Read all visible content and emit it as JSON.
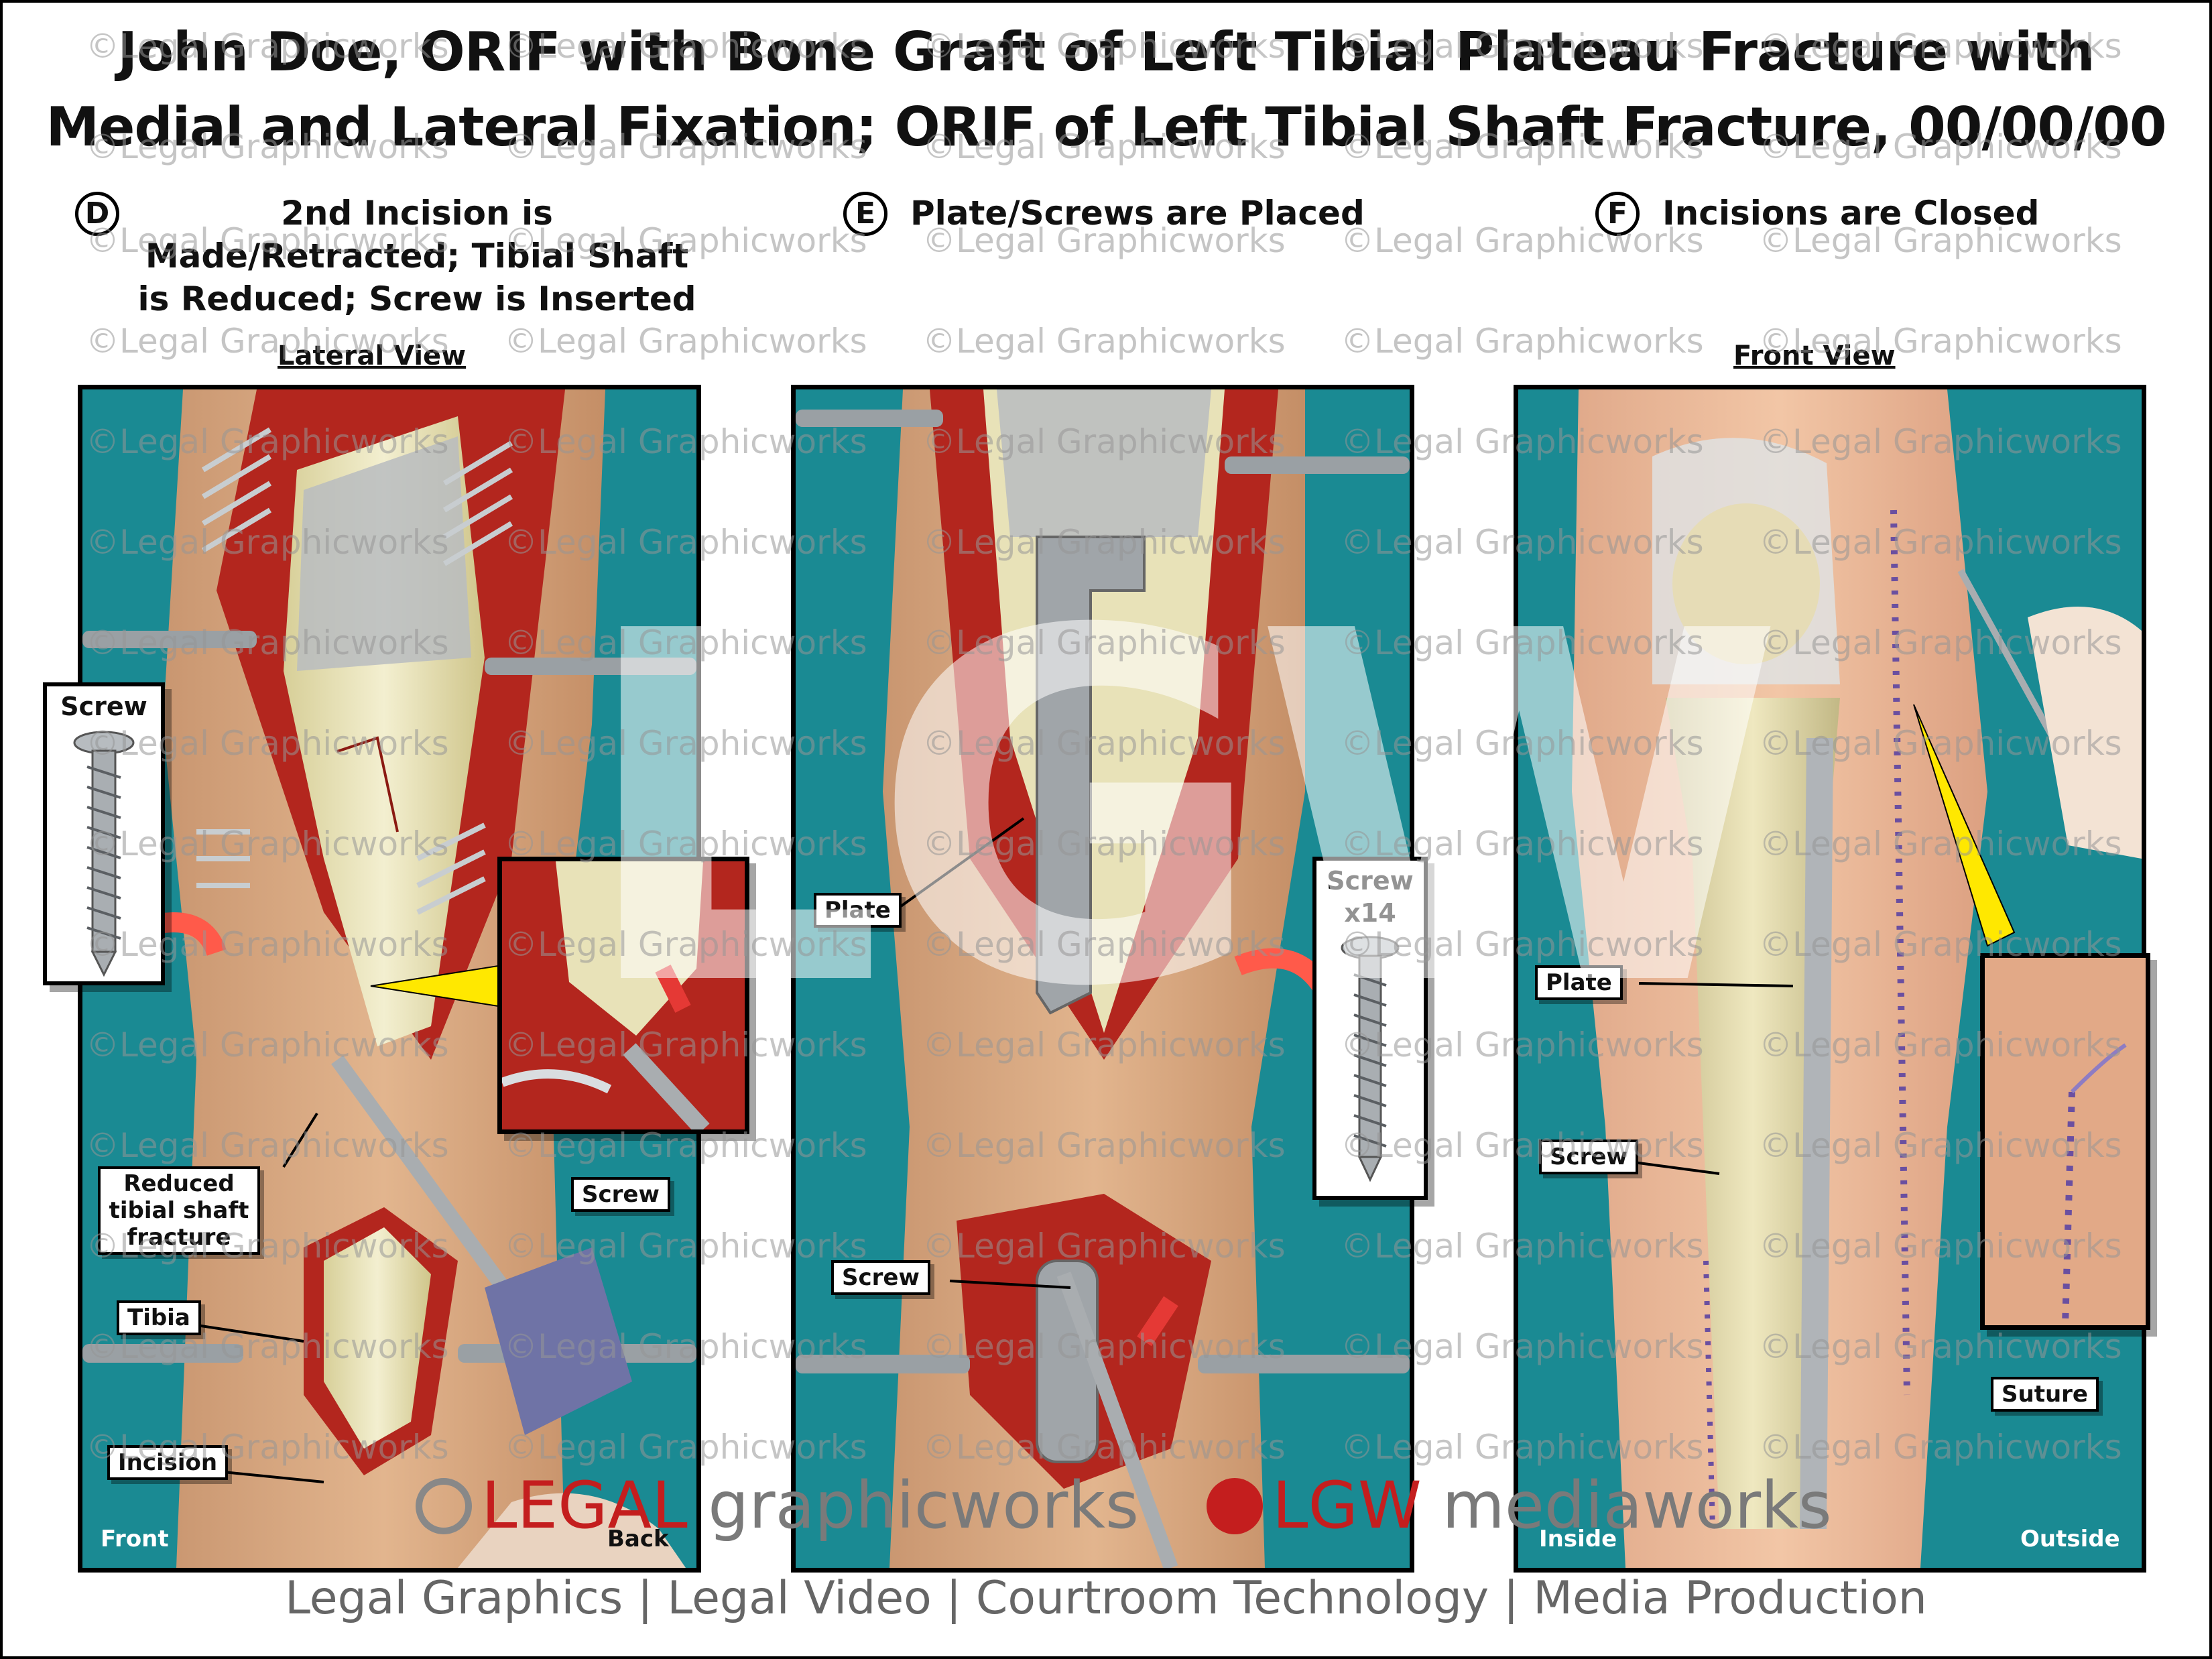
{
  "title_line1": "John Doe, ORIF with Bone Graft of Left Tibial Plateau Fracture with",
  "title_line2": "Medial and Lateral Fixation; ORIF of Left Tibial Shaft Fracture, 00/00/00",
  "steps": [
    {
      "letter": "D",
      "text": "2nd Incision is Made/Retracted; Tibial Shaft is Reduced; Screw is Inserted"
    },
    {
      "letter": "E",
      "text": "Plate/Screws are Placed"
    },
    {
      "letter": "F",
      "text": "Incisions are Closed"
    }
  ],
  "views": {
    "lateral": "Lateral View",
    "front": "Front View"
  },
  "panel1": {
    "labels": {
      "screw_box": "Screw",
      "reduced": "Reduced tibial shaft fracture",
      "tibia": "Tibia",
      "incision": "Incision",
      "inset_screw": "Screw",
      "front": "Front",
      "back": "Back"
    }
  },
  "panel2": {
    "labels": {
      "plate": "Plate",
      "screw_box": "Screw x14",
      "screw": "Screw"
    }
  },
  "panel3": {
    "labels": {
      "plate": "Plate",
      "screw": "Screw",
      "suture": "Suture",
      "inside": "Inside",
      "outside": "Outside"
    }
  },
  "watermark": "©Legal Graphicworks",
  "big_watermark": "LGW",
  "logo": {
    "legal": "LEGAL",
    "graphicworks": "graphicworks",
    "lgw": "LGW",
    "mediaworks": "mediaworks"
  },
  "footer": "Legal Graphics | Legal Video | Courtroom Technology | Media Production",
  "colors": {
    "drape": "#1a8a93",
    "skin": "#d9a77e",
    "tissue": "#b3261e",
    "bone": "#e8e2b8",
    "accent_red": "#c41e1e"
  }
}
